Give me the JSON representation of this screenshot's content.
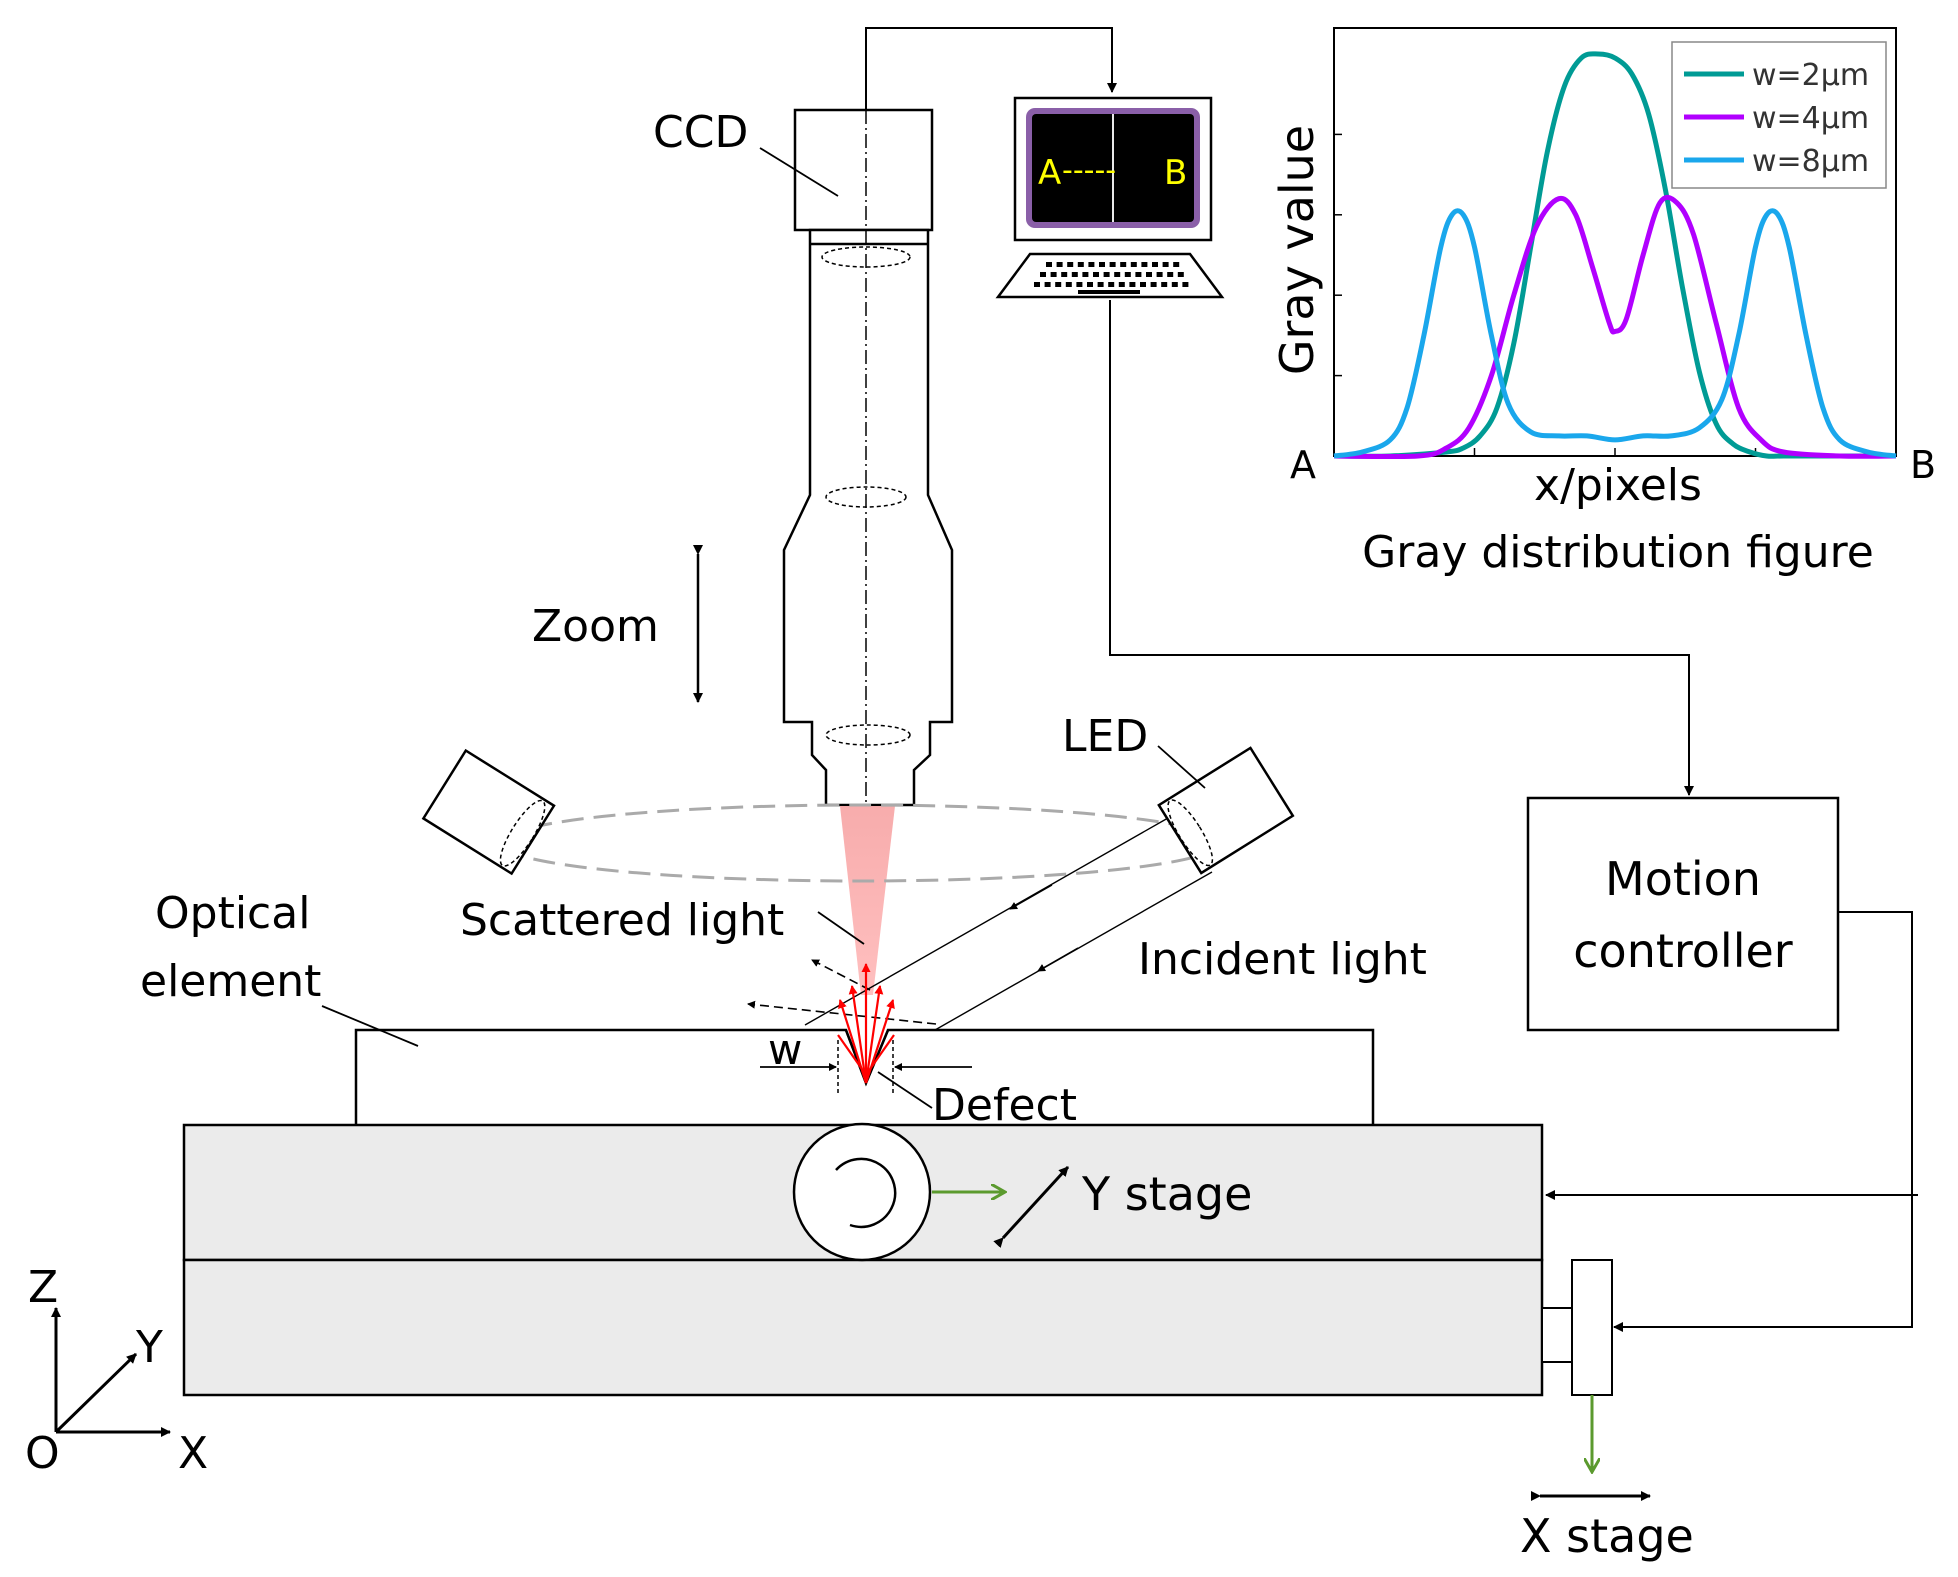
{
  "labels": {
    "ccd": "CCD",
    "zoom": "Zoom",
    "led": "LED",
    "scattered_light": "Scattered light",
    "incident_light": "Incident light",
    "optical_element_line1": "Optical",
    "optical_element_line2": "element",
    "w": "w",
    "defect": "Defect",
    "y_stage": "Y stage",
    "x_stage": "X stage",
    "motion_controller_line1": "Motion",
    "motion_controller_line2": "controller",
    "monitor_a": "A",
    "monitor_b": "B",
    "monitor_dashes": "-----",
    "axis_z": "Z",
    "axis_y": "Y",
    "axis_x": "X",
    "axis_o": "O"
  },
  "chart_data": {
    "type": "line",
    "title": "Gray distribution figure",
    "xlabel": "x/pixels",
    "ylabel": "Gray value",
    "x_start_label": "A",
    "x_end_label": "B",
    "xlim": [
      0,
      100
    ],
    "ylim": [
      0,
      1
    ],
    "legend_position": "top-right",
    "series": [
      {
        "name": "w=2μm",
        "color": "#009b95",
        "x": [
          0,
          10,
          20,
          23,
          26,
          29,
          32,
          35,
          38,
          41,
          44,
          47,
          50,
          53,
          56,
          59,
          62,
          65,
          68,
          71,
          74,
          77,
          80,
          90,
          100
        ],
        "y": [
          0.0,
          0.0,
          0.01,
          0.02,
          0.05,
          0.12,
          0.28,
          0.52,
          0.76,
          0.92,
          0.99,
          1.0,
          0.99,
          0.95,
          0.85,
          0.66,
          0.42,
          0.21,
          0.08,
          0.03,
          0.01,
          0.0,
          0.0,
          0.0,
          0.0
        ]
      },
      {
        "name": "w=4μm",
        "color": "#b100ff",
        "x": [
          0,
          15,
          20,
          24,
          28,
          32,
          36,
          40,
          43,
          46,
          49,
          50,
          52,
          55,
          58,
          61,
          64,
          68,
          72,
          76,
          80,
          90,
          100
        ],
        "y": [
          0.0,
          0.0,
          0.02,
          0.07,
          0.2,
          0.4,
          0.57,
          0.64,
          0.6,
          0.47,
          0.33,
          0.31,
          0.34,
          0.5,
          0.63,
          0.63,
          0.55,
          0.33,
          0.12,
          0.04,
          0.01,
          0.0,
          0.0
        ]
      },
      {
        "name": "w=8μm",
        "color": "#1aa7ec",
        "x": [
          0,
          5,
          10,
          13,
          16,
          19,
          21,
          23,
          25,
          28,
          31,
          35,
          40,
          45,
          50,
          55,
          60,
          65,
          69,
          72,
          75,
          77,
          79,
          81,
          84,
          87,
          90,
          95,
          100
        ],
        "y": [
          0.0,
          0.01,
          0.04,
          0.12,
          0.3,
          0.52,
          0.6,
          0.6,
          0.52,
          0.3,
          0.13,
          0.06,
          0.05,
          0.05,
          0.04,
          0.05,
          0.05,
          0.07,
          0.14,
          0.3,
          0.52,
          0.6,
          0.6,
          0.52,
          0.3,
          0.12,
          0.04,
          0.01,
          0.0
        ]
      }
    ]
  }
}
